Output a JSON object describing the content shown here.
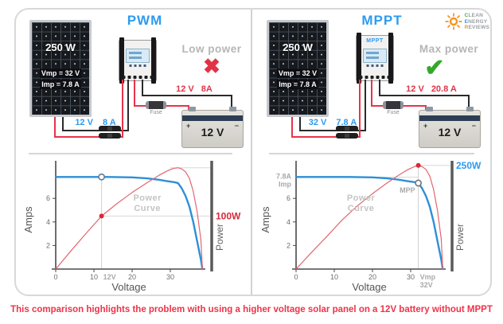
{
  "caption": "This comparison highlights the problem with using a higher voltage solar panel on a 12V battery without MPPT",
  "brand": {
    "lines": [
      {
        "initial": "C",
        "rest": "LEAN"
      },
      {
        "initial": "E",
        "rest": "NERGY"
      },
      {
        "initial": "R",
        "rest": "EVIEWS"
      }
    ],
    "initial_colors": [
      "#3fae49",
      "#2d9bf0",
      "#f7941d"
    ],
    "sun_color": "#f7941d"
  },
  "colors": {
    "accent_blue": "#2d9bf0",
    "wire_red": "#e8344a",
    "label_red": "#e03449",
    "status_gray": "#b5b5b5",
    "check_green": "#35a82a",
    "cross_red": "#e23246",
    "caption_red": "#ee3347"
  },
  "columns": {
    "pwm": {
      "title": "PWM",
      "panel": {
        "power": "250 W",
        "vmp": "Vmp = 32 V",
        "imp": "Imp = 7.8 A"
      },
      "controller_label": "",
      "status_text": "Low power",
      "status_mark": "✖",
      "pv_wire": {
        "volts": "12 V",
        "amps": "8 A"
      },
      "batt_wire": {
        "volts": "12 V",
        "amps": "8A"
      },
      "fuse": "Fuse",
      "battery": "12 V",
      "battery_terminals": {
        "pos": "+",
        "neg": "−"
      }
    },
    "mppt": {
      "title": "MPPT",
      "panel": {
        "power": "250 W",
        "vmp": "Vmp = 32 V",
        "imp": "Imp = 7.8 A"
      },
      "controller_label": "MPPT",
      "status_text": "Max power",
      "status_mark": "✔",
      "pv_wire": {
        "volts": "32 V",
        "amps": "7.8 A"
      },
      "batt_wire": {
        "volts": "12 V",
        "amps": "20.8 A"
      },
      "fuse": "Fuse",
      "battery": "12 V",
      "battery_terminals": {
        "pos": "+",
        "neg": "−"
      }
    }
  },
  "chart_data": [
    {
      "type": "line",
      "name": "pwm-iv-power-chart",
      "xlabel": "Voltage",
      "ylabel": "Amps",
      "y2label": "Power",
      "x_ticks": [
        0,
        10,
        20,
        30
      ],
      "y_ticks": [
        2,
        4,
        6
      ],
      "xlim": [
        0,
        40
      ],
      "ylim": [
        0,
        9.5
      ],
      "ml": 44,
      "series": [
        {
          "name": "IV curve",
          "color": "#2e8fd6",
          "width": 2.4,
          "points": [
            [
              0,
              7.82
            ],
            [
              8,
              7.82
            ],
            [
              14,
              7.82
            ],
            [
              20,
              7.78
            ],
            [
              24,
              7.7
            ],
            [
              27,
              7.58
            ],
            [
              29,
              7.47
            ],
            [
              31,
              7.38
            ],
            [
              32,
              7.3
            ],
            [
              33,
              6.85
            ],
            [
              34,
              6.2
            ],
            [
              35,
              5.3
            ],
            [
              36,
              4.0
            ],
            [
              37,
              2.4
            ],
            [
              38,
              0.8
            ],
            [
              38.4,
              0
            ]
          ]
        },
        {
          "name": "Power curve",
          "color": "#e26672",
          "width": 1.2,
          "points": [
            [
              0,
              0
            ],
            [
              4,
              1.55
            ],
            [
              8,
              3.05
            ],
            [
              12,
              4.5
            ],
            [
              16,
              5.55
            ],
            [
              20,
              6.5
            ],
            [
              24,
              7.35
            ],
            [
              27,
              7.95
            ],
            [
              29,
              8.3
            ],
            [
              30,
              8.45
            ],
            [
              31,
              8.55
            ],
            [
              32,
              8.6
            ],
            [
              33,
              8.5
            ],
            [
              34,
              8.25
            ],
            [
              35,
              7.7
            ],
            [
              36,
              6.6
            ],
            [
              37,
              4.9
            ],
            [
              38,
              2.5
            ],
            [
              38.4,
              0
            ]
          ]
        }
      ],
      "annotations": {
        "power_curve_label": {
          "text": [
            "Power",
            "Curve"
          ],
          "x": 24,
          "a": 5.8
        },
        "x_extra": [
          {
            "text": [
              "12V"
            ],
            "x": 12
          }
        ],
        "y_extra": [],
        "power_axis_label": {
          "text": "100W",
          "a": 4.5,
          "color": "#d6293a"
        },
        "markers": [
          {
            "x": 12,
            "a": 7.82,
            "style": "open",
            "color": "#5b7d99"
          },
          {
            "x": 12,
            "a": 4.5,
            "style": "dot",
            "color": "#d6293a"
          }
        ],
        "marker_text": [],
        "guides": [
          {
            "type": "v",
            "x": 12,
            "a0": 0,
            "a1": 7.82
          },
          {
            "type": "h",
            "a": 4.5,
            "x0": 12,
            "x1": "right"
          },
          {
            "type": "h",
            "a": 8.6,
            "x0": 30,
            "x1": "right"
          }
        ],
        "operating_point": {
          "voltage_v": 12,
          "current_a": 7.8,
          "power_w": 100
        }
      }
    },
    {
      "type": "line",
      "name": "mppt-iv-power-chart",
      "xlabel": "Voltage",
      "ylabel": "Amps",
      "y2label": "Power",
      "x_ticks": [
        0,
        10,
        20,
        30
      ],
      "y_ticks": [
        2,
        4,
        6
      ],
      "xlim": [
        0,
        40
      ],
      "ylim": [
        0,
        9.5
      ],
      "ml": 48,
      "series": [
        {
          "name": "IV curve",
          "color": "#2e8fd6",
          "width": 2.4,
          "points": [
            [
              0,
              7.82
            ],
            [
              8,
              7.82
            ],
            [
              14,
              7.82
            ],
            [
              20,
              7.78
            ],
            [
              24,
              7.7
            ],
            [
              27,
              7.58
            ],
            [
              29,
              7.47
            ],
            [
              31,
              7.38
            ],
            [
              32,
              7.3
            ],
            [
              33,
              6.85
            ],
            [
              34,
              6.2
            ],
            [
              35,
              5.3
            ],
            [
              36,
              4.0
            ],
            [
              37,
              2.4
            ],
            [
              38,
              0.8
            ],
            [
              38.4,
              0
            ]
          ]
        },
        {
          "name": "Power curve",
          "color": "#e26672",
          "width": 1.2,
          "points": [
            [
              0,
              0
            ],
            [
              4,
              1.4
            ],
            [
              8,
              2.75
            ],
            [
              12,
              4.15
            ],
            [
              16,
              5.35
            ],
            [
              20,
              6.4
            ],
            [
              24,
              7.35
            ],
            [
              27,
              8.0
            ],
            [
              29,
              8.4
            ],
            [
              30,
              8.55
            ],
            [
              31,
              8.7
            ],
            [
              32,
              8.8
            ],
            [
              33,
              8.7
            ],
            [
              34,
              8.45
            ],
            [
              35,
              7.9
            ],
            [
              36,
              6.75
            ],
            [
              37,
              5.0
            ],
            [
              38,
              2.55
            ],
            [
              38.4,
              0
            ]
          ]
        }
      ],
      "annotations": {
        "power_curve_label": {
          "text": [
            "Power",
            "Curve"
          ],
          "x": 17,
          "a": 5.8
        },
        "x_extra": [
          {
            "text": [
              "Vmp",
              "32V"
            ],
            "x": 32
          }
        ],
        "y_extra": [
          {
            "text": [
              "7.8A",
              "Imp"
            ],
            "a": 7.8
          }
        ],
        "power_axis_label": {
          "text": "250W",
          "a": 8.8,
          "color": "#2d9bf0"
        },
        "markers": [
          {
            "x": 32,
            "a": 8.8,
            "style": "dot",
            "color": "#d6293a"
          },
          {
            "x": 32,
            "a": 7.3,
            "style": "open",
            "color": "#6e7478"
          }
        ],
        "marker_text": [
          {
            "text": "MPP",
            "x": 32,
            "a": 7.3
          }
        ],
        "guides": [
          {
            "type": "h",
            "a": 7.8,
            "x0": 0,
            "x1": 32
          },
          {
            "type": "v",
            "x": 32,
            "a0": 0,
            "a1": 8.8
          },
          {
            "type": "h",
            "a": 8.8,
            "x0": 32,
            "x1": "right"
          }
        ],
        "operating_point": {
          "voltage_v": 32,
          "current_a": 7.8,
          "power_w": 250
        }
      }
    }
  ]
}
